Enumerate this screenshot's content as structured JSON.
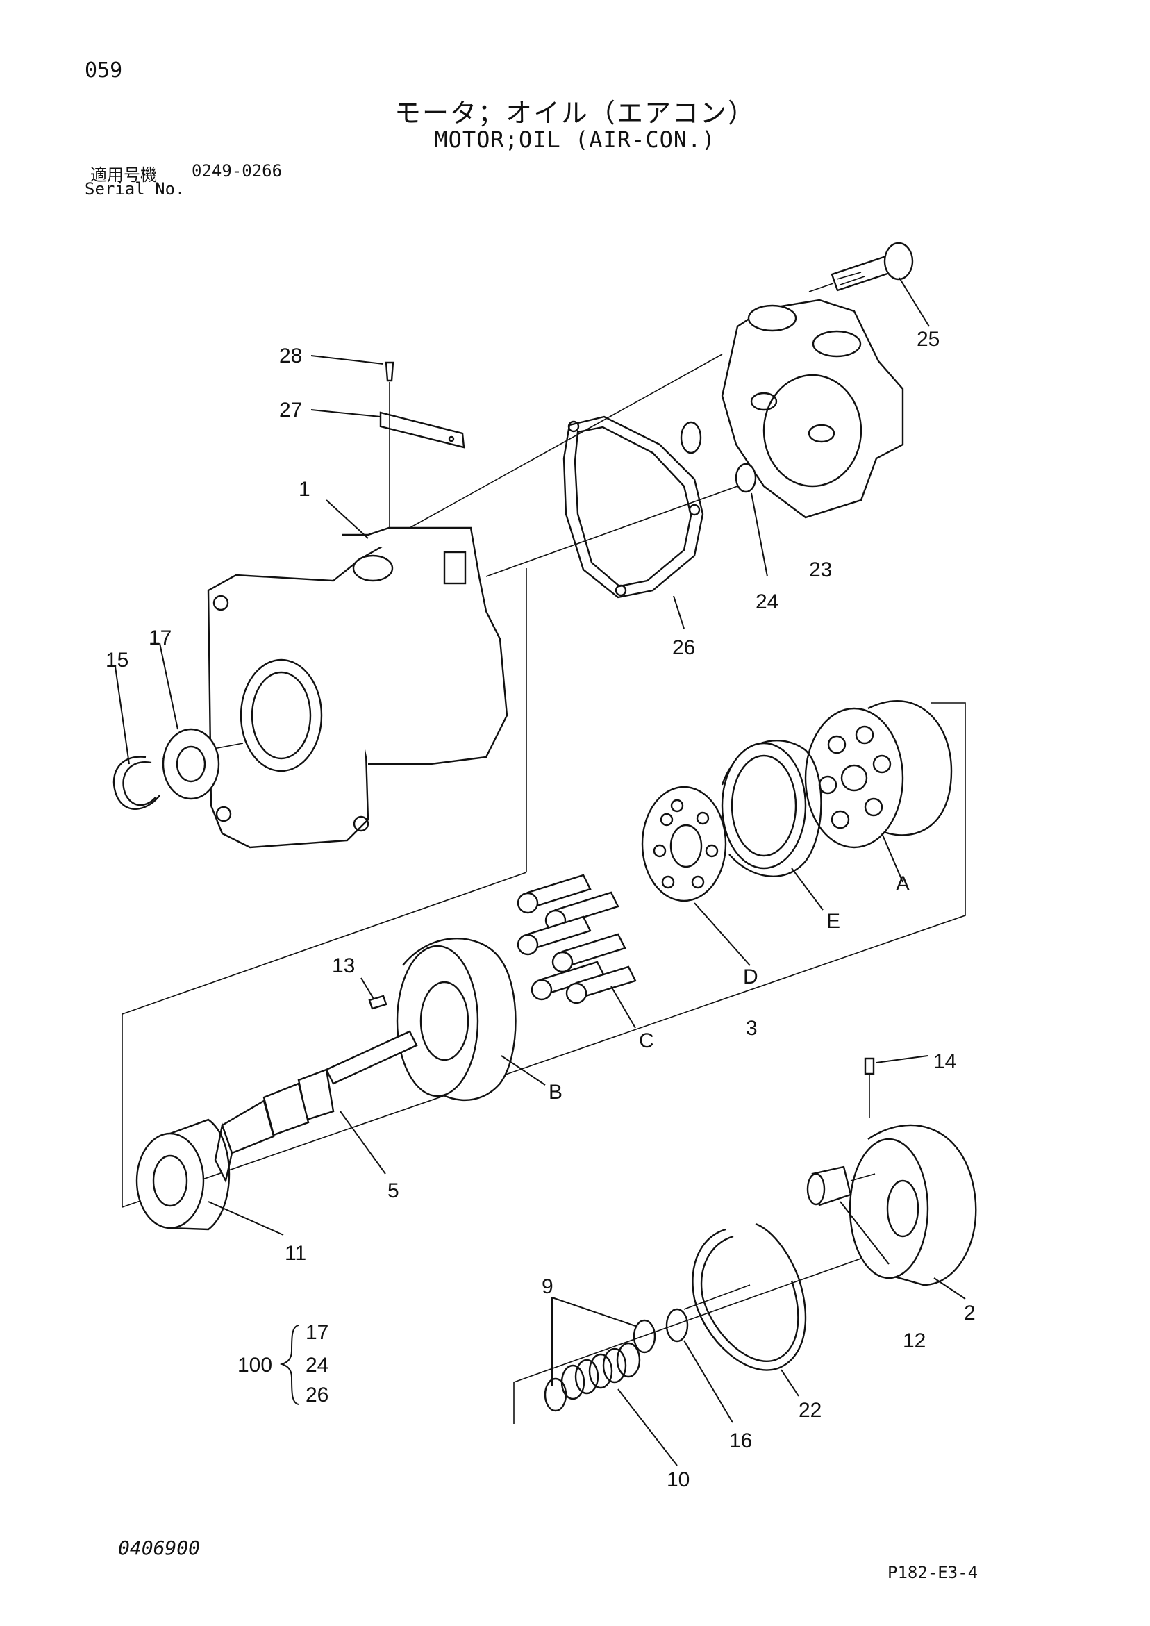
{
  "header": {
    "page_number": "059",
    "title_jp": "モータ；オイル（エアコン）",
    "title_en": "MOTOR;OIL (AIR-CON.)",
    "serial_label_jp": "適用号機",
    "serial_value": "0249-0266",
    "serial_label_en": "Serial No."
  },
  "callouts": {
    "c1": "1",
    "c2": "2",
    "c3": "3",
    "c5": "5",
    "c9": "9",
    "c10": "10",
    "c11": "11",
    "c12": "12",
    "c13": "13",
    "c14": "14",
    "c15": "15",
    "c16": "16",
    "c17": "17",
    "c22": "22",
    "c23": "23",
    "c24": "24",
    "c25": "25",
    "c26": "26",
    "c27": "27",
    "c28": "28",
    "cA": "A",
    "cB": "B",
    "cC": "C",
    "cD": "D",
    "cE": "E"
  },
  "kit": {
    "number": "100",
    "items": [
      "17",
      "24",
      "26"
    ]
  },
  "footer": {
    "drawing_number": "0406900",
    "sheet_code": "P182-E3-4"
  },
  "colors": {
    "ink": "#111111",
    "paper": "#ffffff"
  }
}
